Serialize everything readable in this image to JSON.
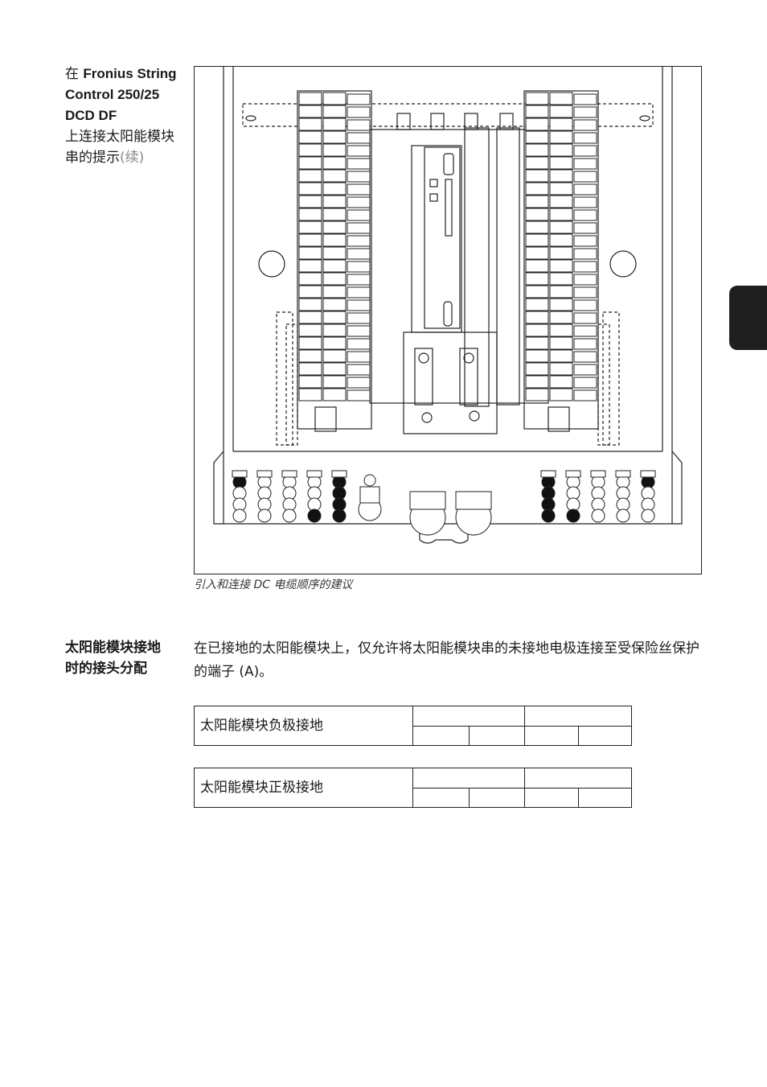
{
  "section1": {
    "heading_prefix": "在",
    "heading_bold": "Fronius String Control 250/25 DCD DF",
    "heading_suffix": "上连接太阳能模块串的提示",
    "heading_continued": "(续)"
  },
  "figure": {
    "caption": "引入和连接 DC 电缆顺序的建议",
    "stroke_color": "#222222"
  },
  "section2": {
    "heading_line1": "太阳能模块接地",
    "heading_line2": "时的接头分配",
    "body": "在已接地的太阳能模块上，仅允许将太阳能模块串的未接地电极连接至受保险丝保护的端子 (A)。"
  },
  "tables": {
    "negative_label": "太阳能模块负极接地",
    "positive_label": "太阳能模块正极接地"
  },
  "side_tab": {
    "color": "#1f1f1f"
  }
}
